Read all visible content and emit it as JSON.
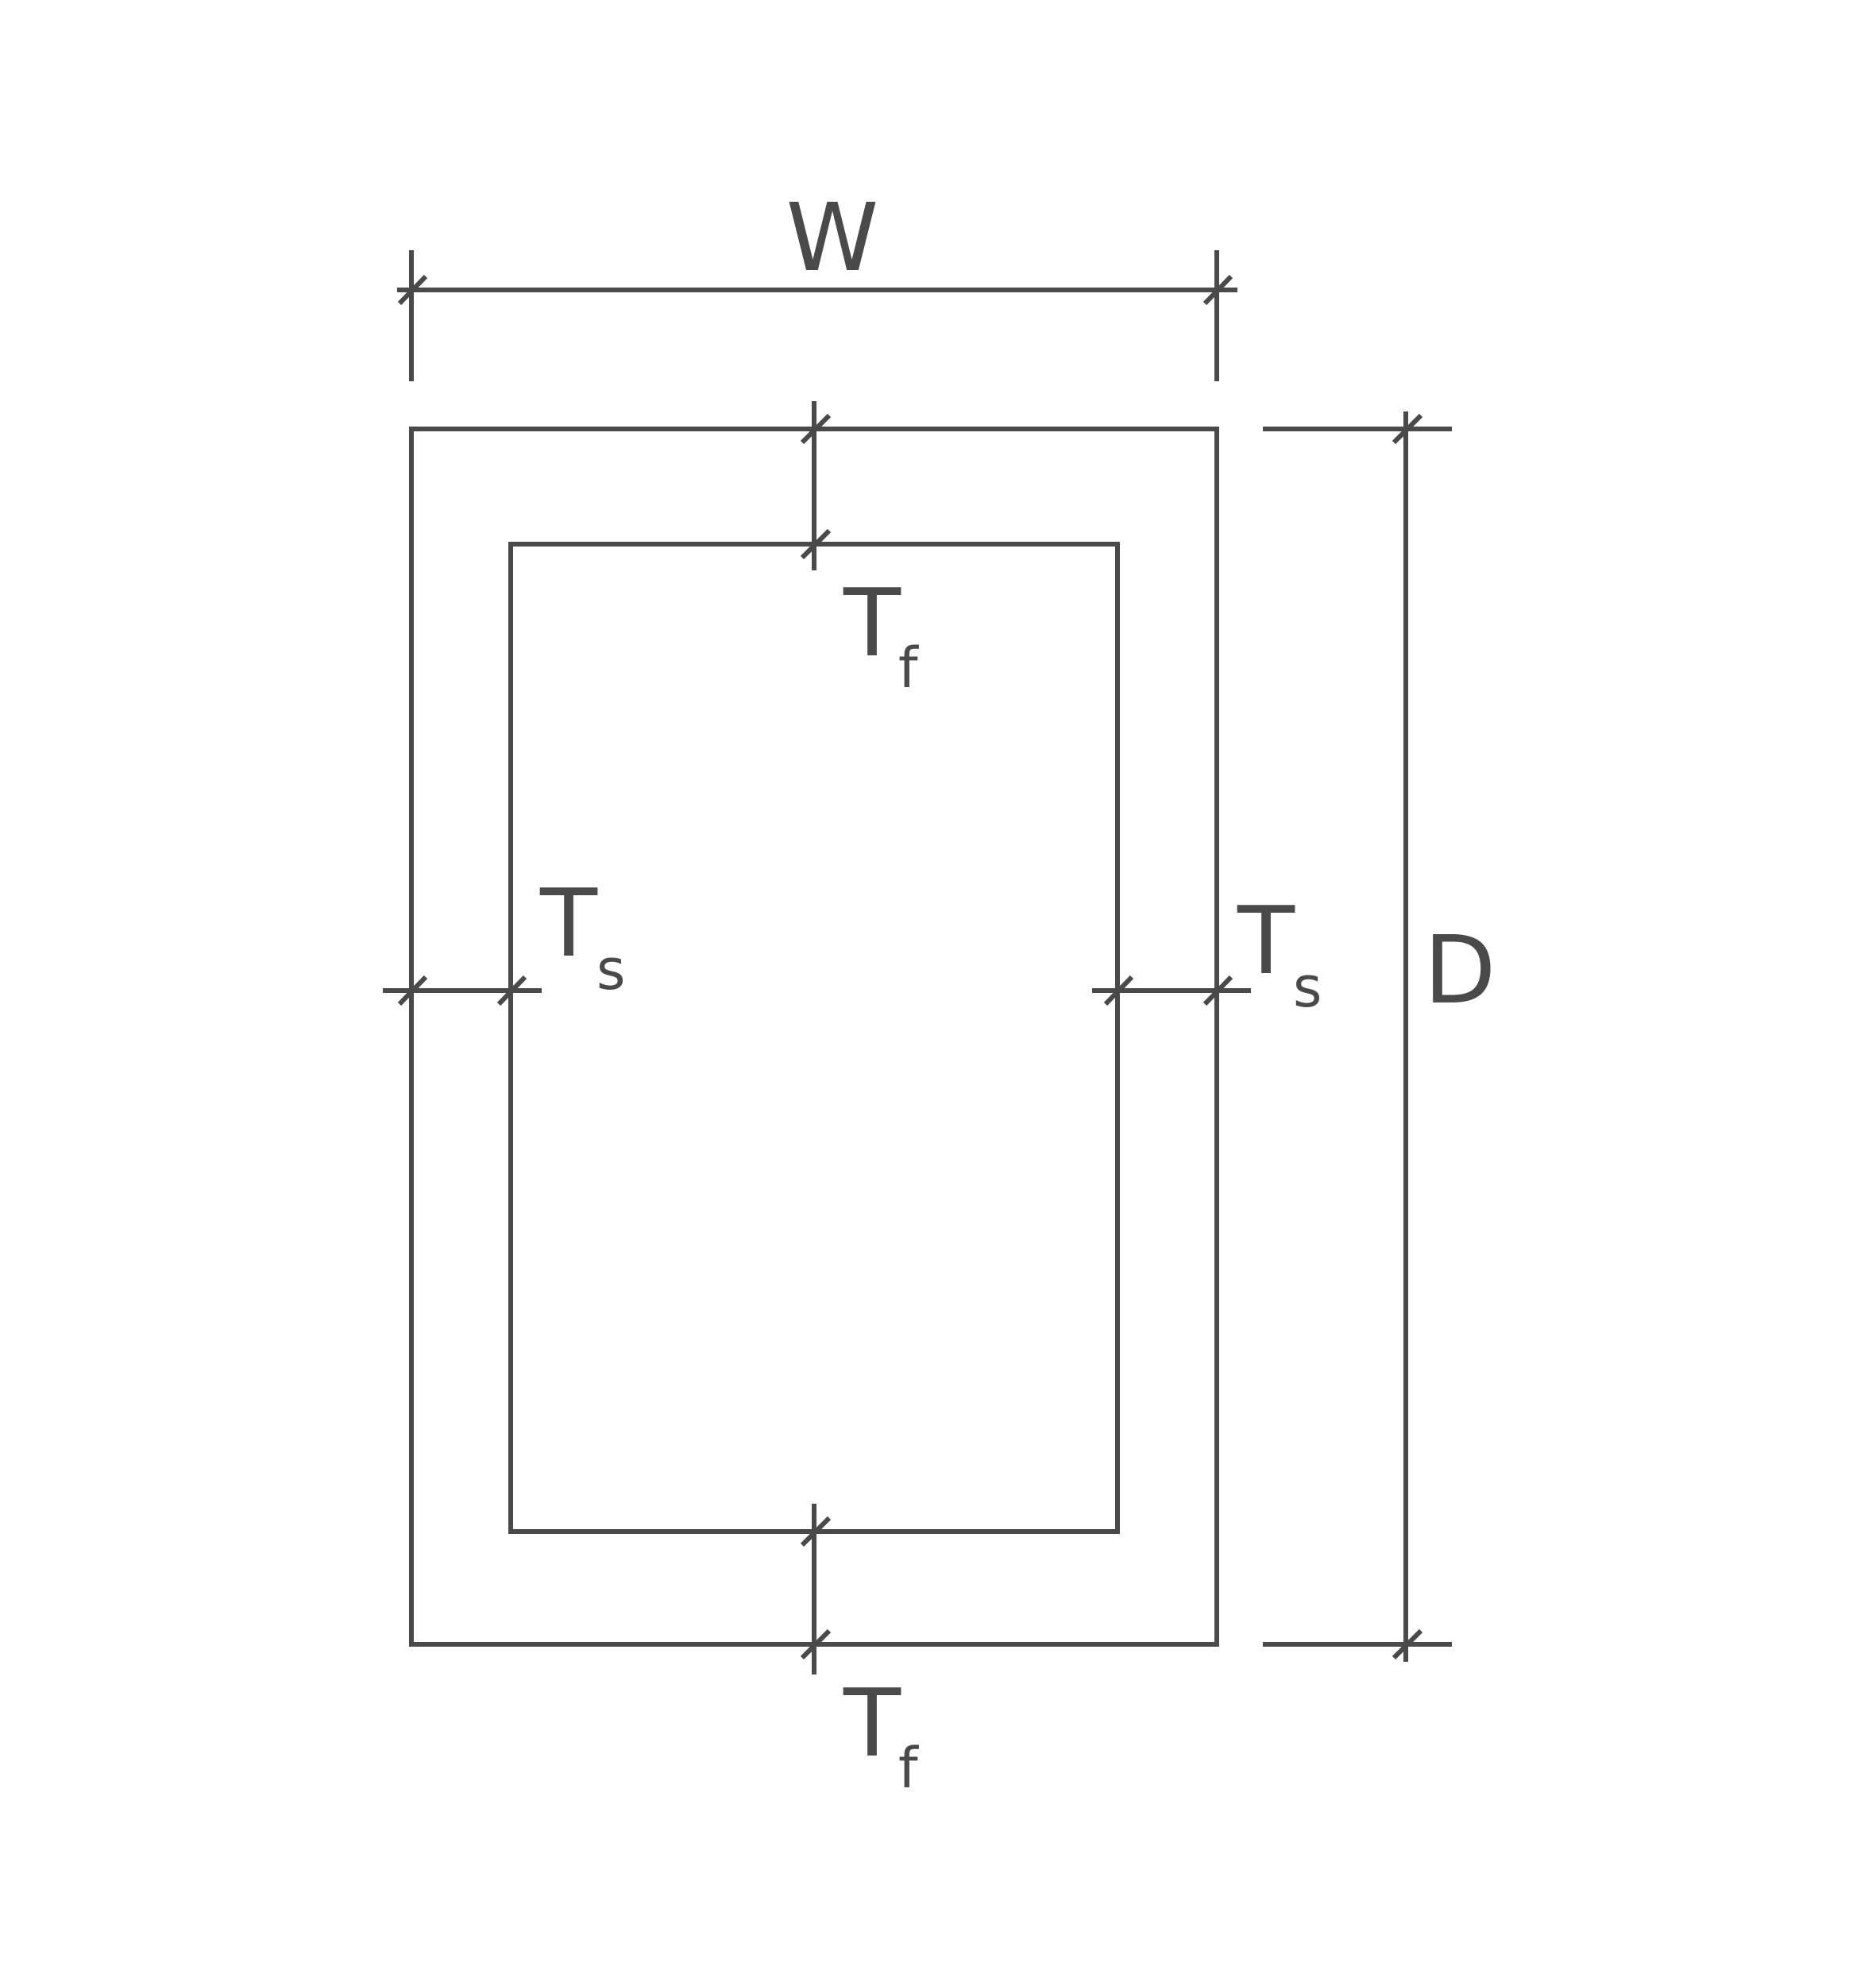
{
  "colors": {
    "line": "#4a4a4a",
    "background": "#ffffff"
  },
  "labels": {
    "width": "W",
    "depth": "D",
    "flange_thickness_main": "T",
    "flange_thickness_sub": "f",
    "side_thickness_main": "T",
    "side_thickness_sub": "s"
  }
}
